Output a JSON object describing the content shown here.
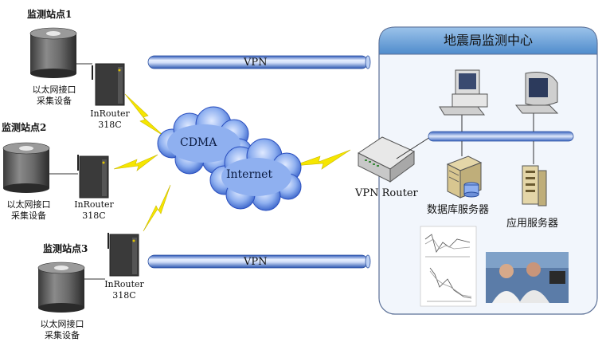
{
  "stations": [
    {
      "title": "监测站点1",
      "device_line1": "以太网接口",
      "device_line2": "采集设备",
      "router_line1": "InRouter",
      "router_line2": "318C"
    },
    {
      "title": "监测站点2",
      "device_line1": "以太网接口",
      "device_line2": "采集设备",
      "router_line1": "InRouter",
      "router_line2": "318C"
    },
    {
      "title": "监测站点3",
      "device_line1": "以太网接口",
      "device_line2": "采集设备",
      "router_line1": "InRouter",
      "router_line2": "318C"
    }
  ],
  "vpn_tunnels": [
    "VPN",
    "VPN"
  ],
  "clouds": {
    "cdma": "CDMA",
    "internet": "Internet"
  },
  "vpn_router": "VPN Router",
  "center": {
    "title": "地震局监测中心",
    "database_server": "数据库服务器",
    "app_server": "应用服务器"
  },
  "colors": {
    "center_header": "#6da3d6",
    "center_bg": "#eef3fa",
    "tunnel": "#4f7fd0",
    "lightning": "#f5e100",
    "cloud": "#2e5fd0"
  }
}
